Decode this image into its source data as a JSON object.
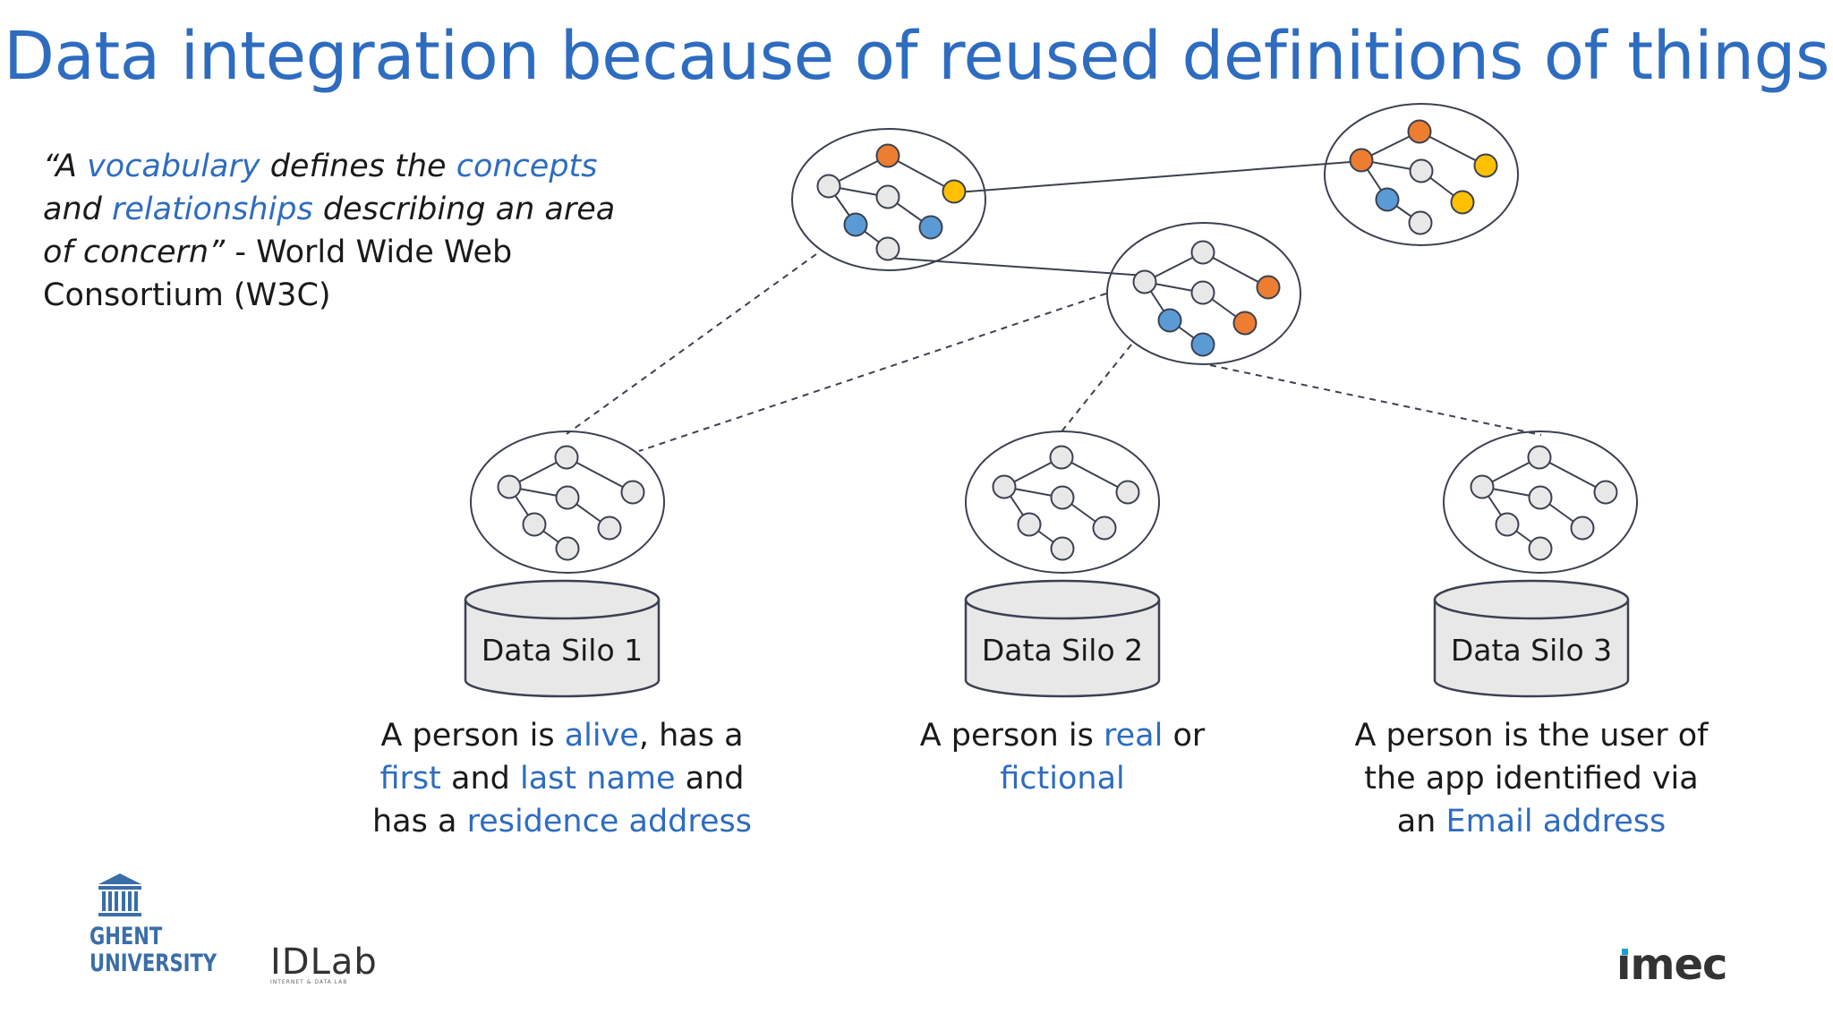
{
  "slide": {
    "title": "Data integration because of reused definitions of things",
    "quote": {
      "s1": "“A ",
      "w_vocabulary": "vocabulary",
      "s2": " defines the ",
      "w_concepts": "concepts",
      "s3": " and ",
      "w_relationships": "relationships",
      "s4": " describing an area of concern”",
      "attribution": " - World Wide Web Consortium (W3C)"
    },
    "silos": [
      {
        "label": "Data Silo 1",
        "desc": {
          "p1": "A person is ",
          "k1": "alive",
          "p2": ", has a ",
          "k2": "first",
          "p3": " and ",
          "k3": "last name",
          "p4": " and has a ",
          "k4": "residence address"
        }
      },
      {
        "label": "Data Silo 2",
        "desc": {
          "p1": "A person is ",
          "k1": "real",
          "p2": " or ",
          "k2": "fictional"
        }
      },
      {
        "label": "Data Silo 3",
        "desc": {
          "p1": "A person is the user of the app identified via an ",
          "k1": "Email address"
        }
      }
    ]
  },
  "logos": {
    "ghent": "GHENT\nUNIVERSITY",
    "idlab": "IDLab",
    "idlab_sub": "INTERNET & DATA LAB",
    "imec": "ımec"
  },
  "colors": {
    "accent": "#2e6cc0",
    "node_orange": "#ed7d31",
    "node_yellow": "#ffc000",
    "node_blue": "#5b9bd5",
    "node_gray": "#e8e8e8",
    "outline": "#3b4150"
  },
  "icons": [
    "ghent-university-logo",
    "idlab-logo",
    "imec-logo"
  ]
}
